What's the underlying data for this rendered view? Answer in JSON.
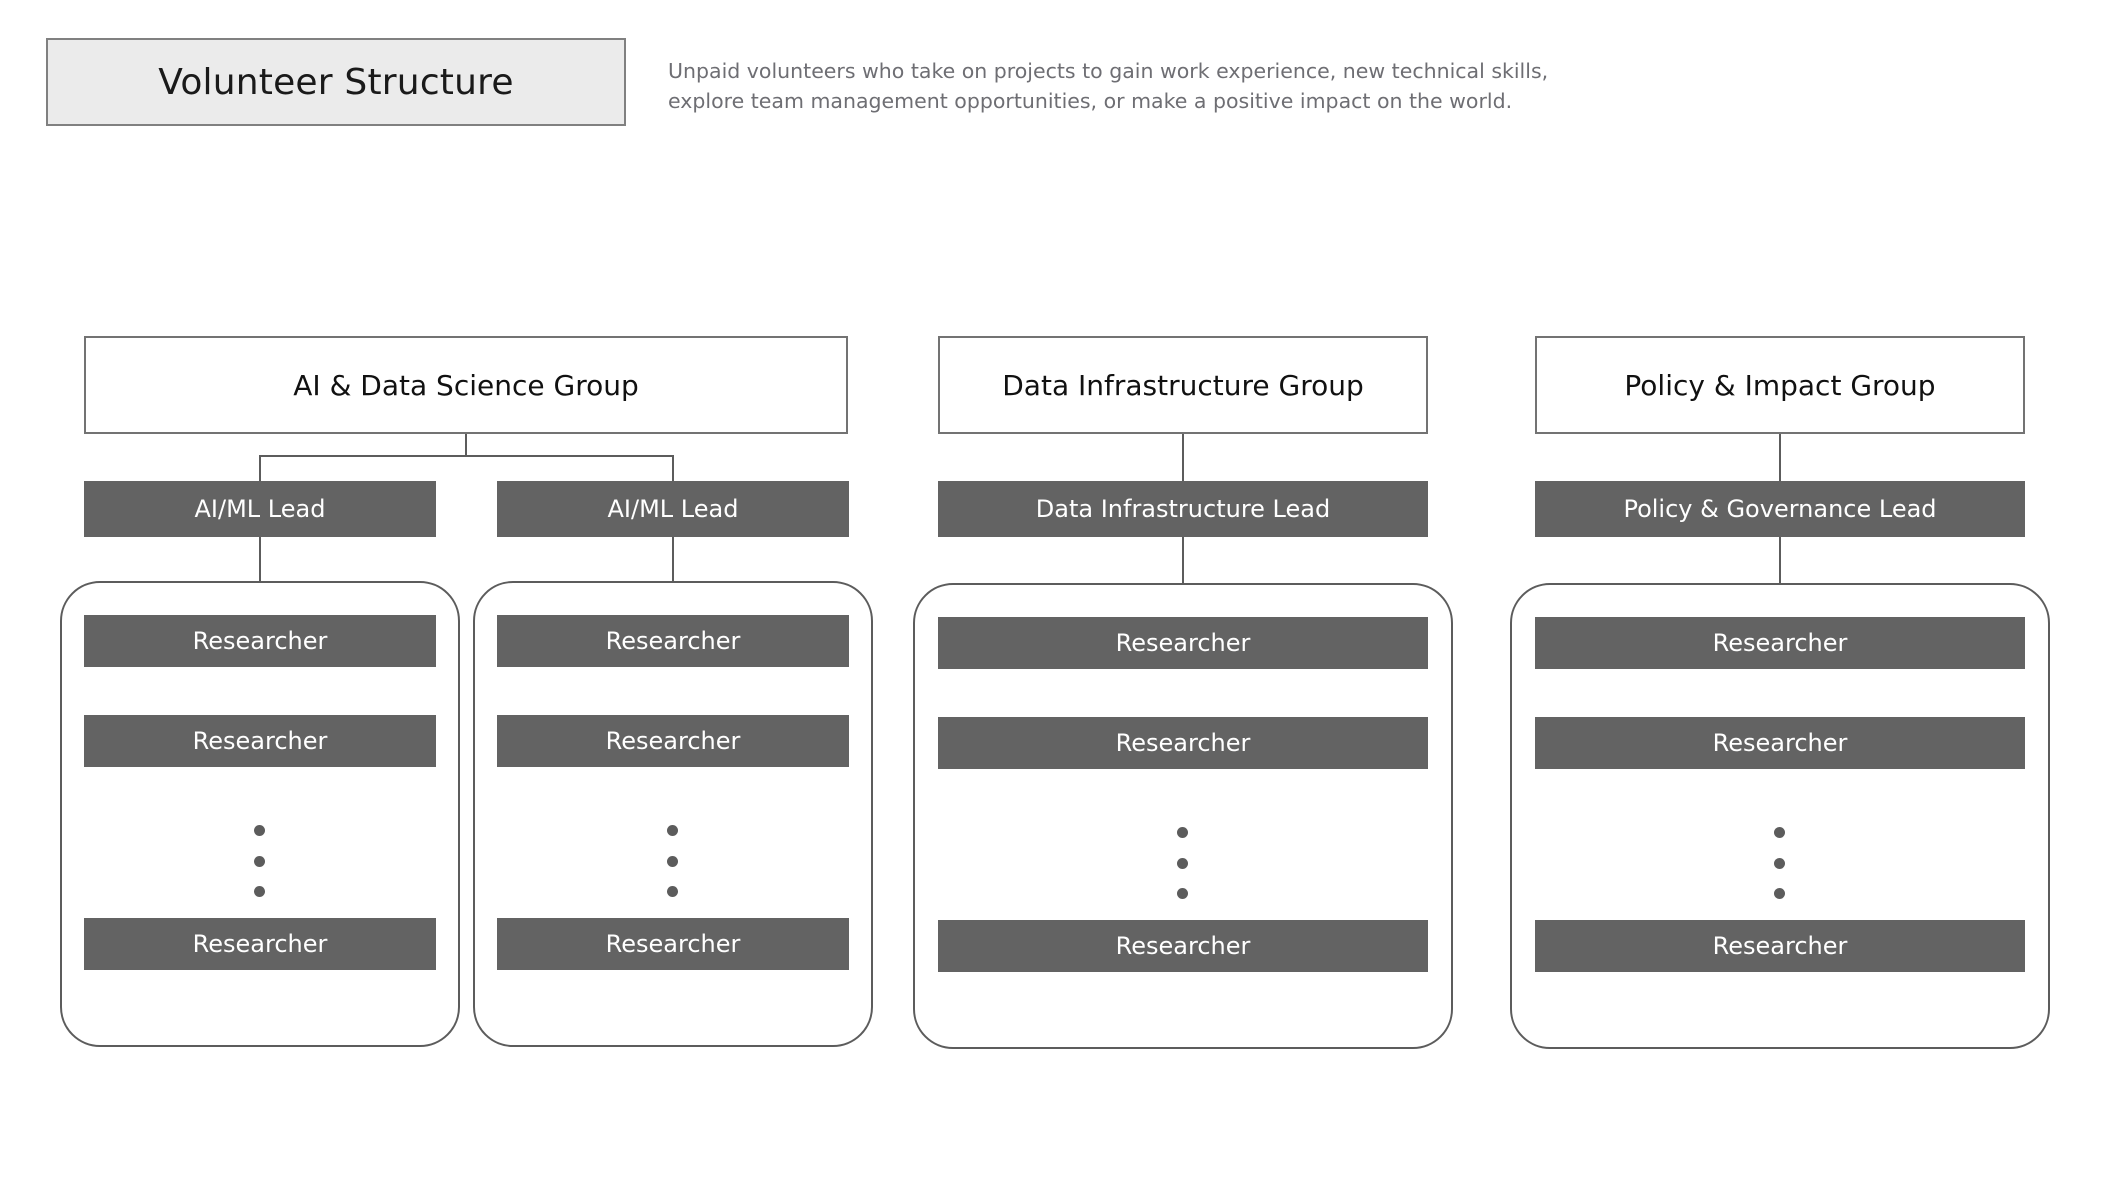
{
  "header": {
    "title": "Volunteer Structure",
    "subtitle": "Unpaid volunteers who take on projects to gain work experience, new technical skills, explore team management opportunities, or make a positive impact on the world."
  },
  "colors": {
    "title_box_fill": "#ebebeb",
    "title_box_border": "#808080",
    "group_box_fill": "#ffffff",
    "group_box_border": "#737373",
    "node_fill": "#636363",
    "node_text": "#ffffff",
    "connector": "#5c5c5c",
    "subtitle_text": "#6e6e73"
  },
  "chart_data": {
    "type": "org-chart",
    "title": "Volunteer Structure",
    "groups": [
      {
        "name": "AI & Data Science Group",
        "leads": [
          {
            "title": "AI/ML Lead",
            "team": {
              "members": [
                "Researcher",
                "Researcher",
                "Researcher"
              ],
              "ellipsis": true
            }
          },
          {
            "title": "AI/ML Lead",
            "team": {
              "members": [
                "Researcher",
                "Researcher",
                "Researcher"
              ],
              "ellipsis": true
            }
          }
        ]
      },
      {
        "name": "Data Infrastructure Group",
        "leads": [
          {
            "title": "Data Infrastructure Lead",
            "team": {
              "members": [
                "Researcher",
                "Researcher",
                "Researcher"
              ],
              "ellipsis": true
            }
          }
        ]
      },
      {
        "name": "Policy & Impact Group",
        "leads": [
          {
            "title": "Policy & Governance Lead",
            "team": {
              "members": [
                "Researcher",
                "Researcher",
                "Researcher"
              ],
              "ellipsis": true
            }
          }
        ]
      }
    ]
  }
}
